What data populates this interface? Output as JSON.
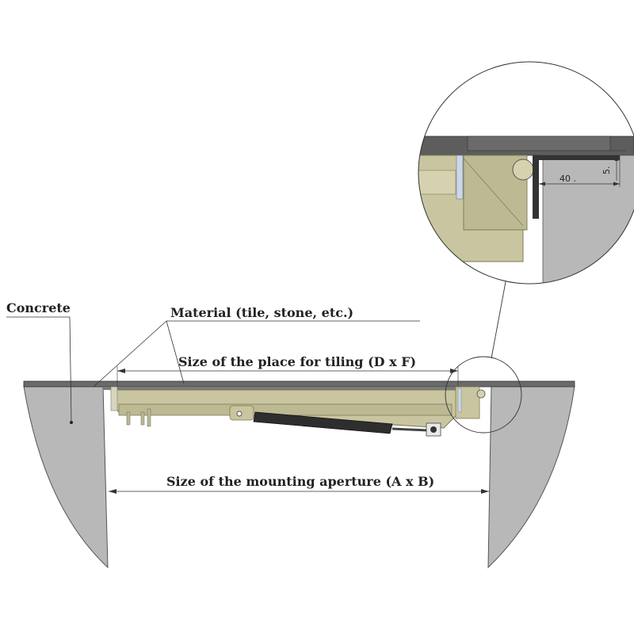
{
  "labels": {
    "concrete": "Concrete",
    "material": "Material (tile, stone, etc.)",
    "tiling_size": "Size of the place for tiling  (D x F)",
    "aperture_size": "Size of the mounting aperture (A x B)"
  },
  "detail": {
    "dim_gap": "40 .",
    "dim_depth": "5."
  },
  "colors": {
    "concrete": "#b5b5b5",
    "frame": "#c9c5a0",
    "frame_dark": "#8a8660",
    "tile": "#666666",
    "strut": "#333333"
  }
}
